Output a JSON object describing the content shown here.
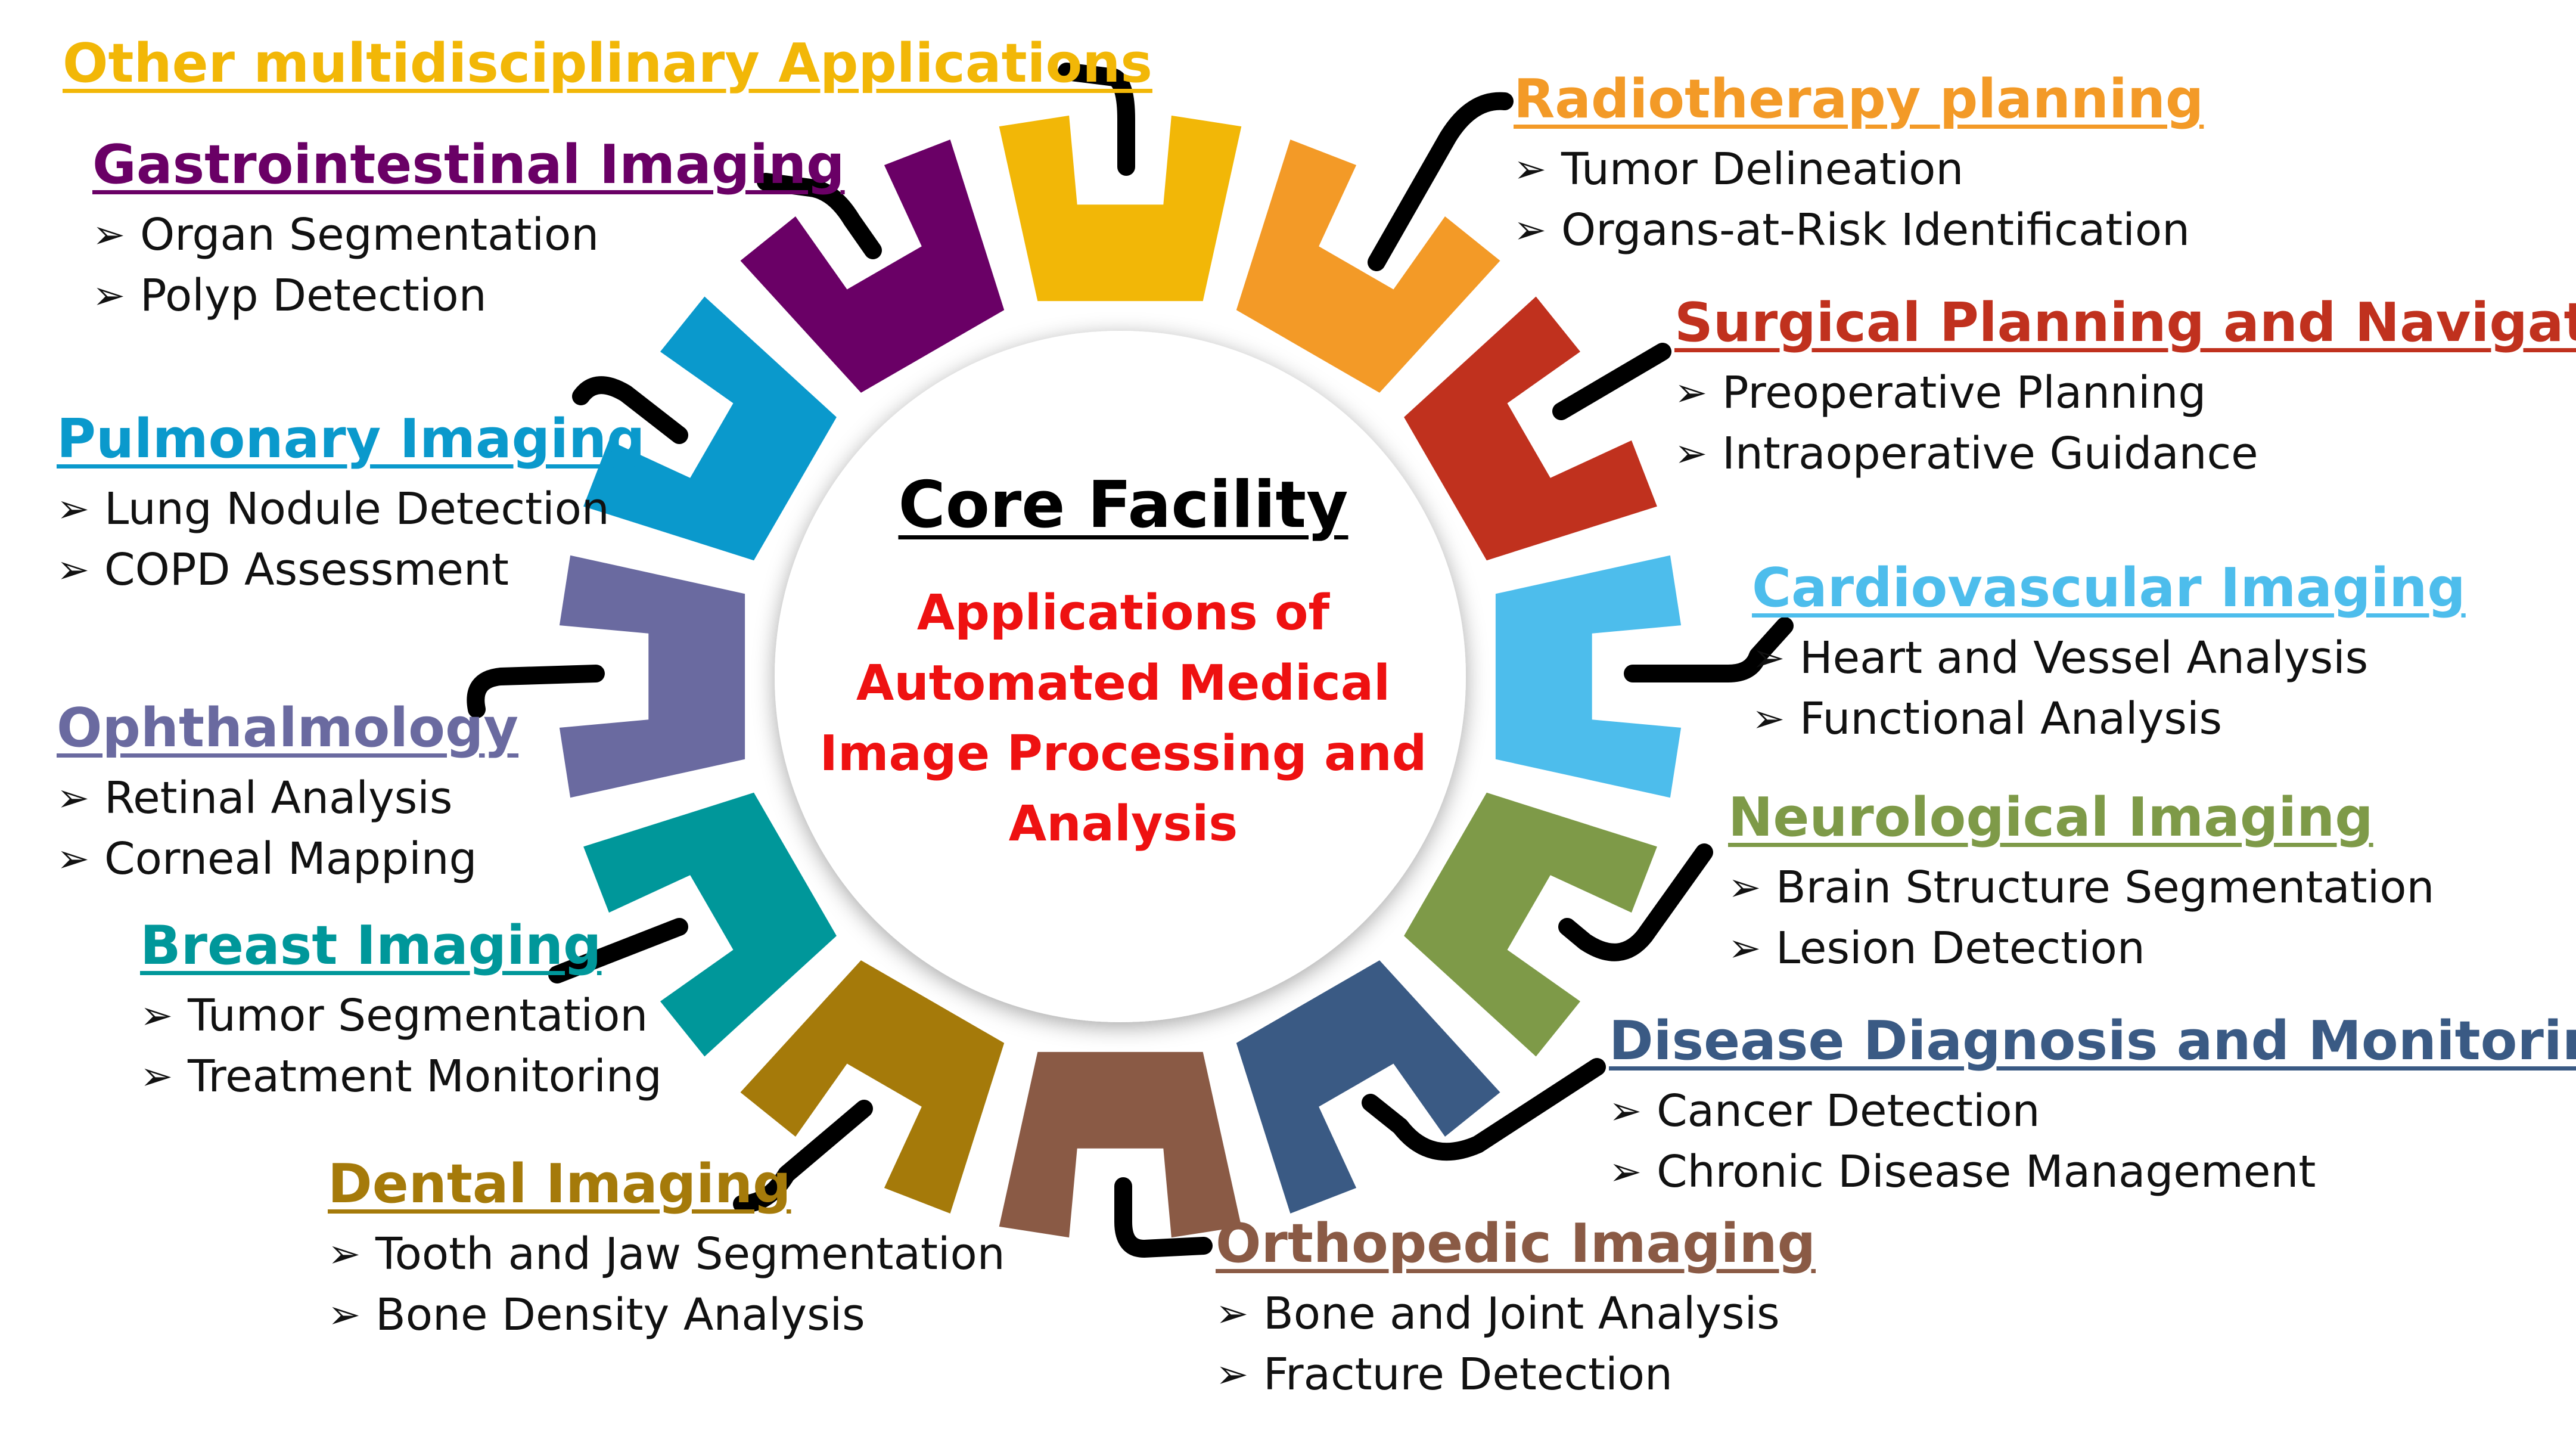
{
  "center": {
    "title": "Core Facility",
    "subtitle": "Applications of Automated Medical Image Processing and Analysis"
  },
  "categories": [
    {
      "id": "other",
      "title": "Other multidisciplinary Applications",
      "color": "#f2b707",
      "items": []
    },
    {
      "id": "radiotherapy",
      "title": "Radiotherapy planning",
      "color": "#f39a27",
      "items": [
        "Tumor Delineation",
        "Organs-at-Risk Identification"
      ]
    },
    {
      "id": "surgical",
      "title": "Surgical Planning and Navigation",
      "color": "#c0311e",
      "items": [
        "Preoperative Planning",
        "Intraoperative Guidance"
      ]
    },
    {
      "id": "cardiovascular",
      "title": "Cardiovascular Imaging",
      "color": "#4dbdec",
      "items": [
        "Heart and Vessel Analysis",
        "Functional Analysis"
      ]
    },
    {
      "id": "neurological",
      "title": "Neurological Imaging",
      "color": "#7e9a48",
      "items": [
        "Brain Structure Segmentation",
        "Lesion Detection"
      ]
    },
    {
      "id": "disease",
      "title": "Disease Diagnosis and Monitoring",
      "color": "#3a5a84",
      "items": [
        "Cancer Detection",
        "Chronic Disease Management"
      ]
    },
    {
      "id": "orthopedic",
      "title": "Orthopedic Imaging",
      "color": "#8a5a45",
      "items": [
        "Bone and Joint Analysis",
        "Fracture Detection"
      ]
    },
    {
      "id": "dental",
      "title": "Dental Imaging",
      "color": "#a57a0a",
      "items": [
        "Tooth and Jaw Segmentation",
        "Bone Density Analysis"
      ]
    },
    {
      "id": "breast",
      "title": "Breast Imaging",
      "color": "#00979a",
      "items": [
        "Tumor Segmentation",
        "Treatment Monitoring"
      ]
    },
    {
      "id": "ophthalmology",
      "title": "Ophthalmology",
      "color": "#6a6aa0",
      "items": [
        "Retinal Analysis",
        "Corneal Mapping"
      ]
    },
    {
      "id": "pulmonary",
      "title": "Pulmonary Imaging",
      "color": "#0a99cc",
      "items": [
        "Lung Nodule Detection",
        "COPD Assessment"
      ]
    },
    {
      "id": "gastro",
      "title": "Gastrointestinal Imaging",
      "color": "#6a0066",
      "items": [
        "Organ Segmentation",
        "Polyp Detection"
      ]
    }
  ]
}
